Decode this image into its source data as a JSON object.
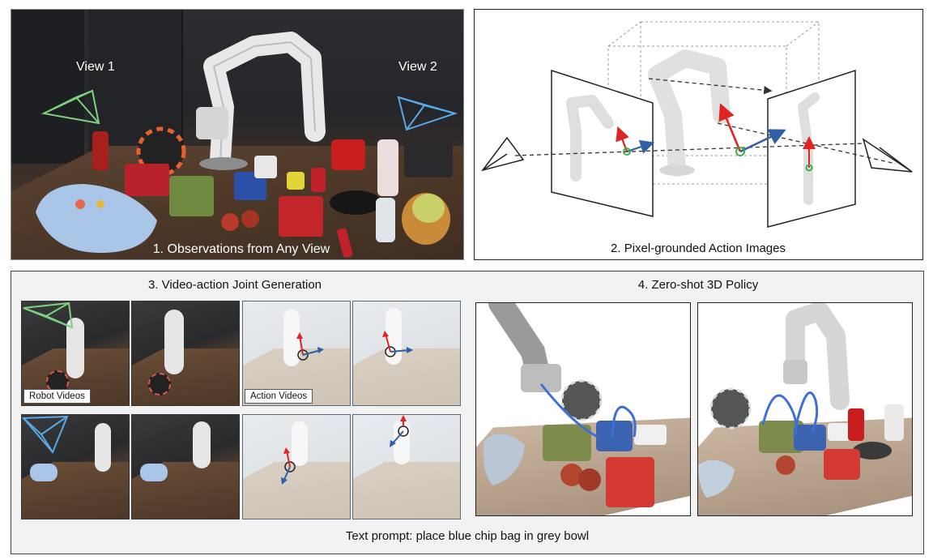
{
  "panel1": {
    "caption": "1. Observations from Any View",
    "view1_label": "View 1",
    "view2_label": "View 2"
  },
  "panel2": {
    "caption": "2. Pixel-grounded Action Images"
  },
  "panel3": {
    "title": "3. Video-action Joint Generation",
    "robot_videos_tag": "Robot Videos",
    "action_videos_tag": "Action Videos"
  },
  "panel4": {
    "title": "4. Zero-shot 3D Policy"
  },
  "footer": {
    "text_prompt": "Text prompt: place blue chip bag in grey bowl"
  },
  "colors": {
    "view1_camera": "#7ed27e",
    "view2_camera": "#5aa8e6",
    "action_red": "#e02424",
    "action_blue": "#2f5fa6",
    "trajectory_blue": "#3e6fd6"
  }
}
